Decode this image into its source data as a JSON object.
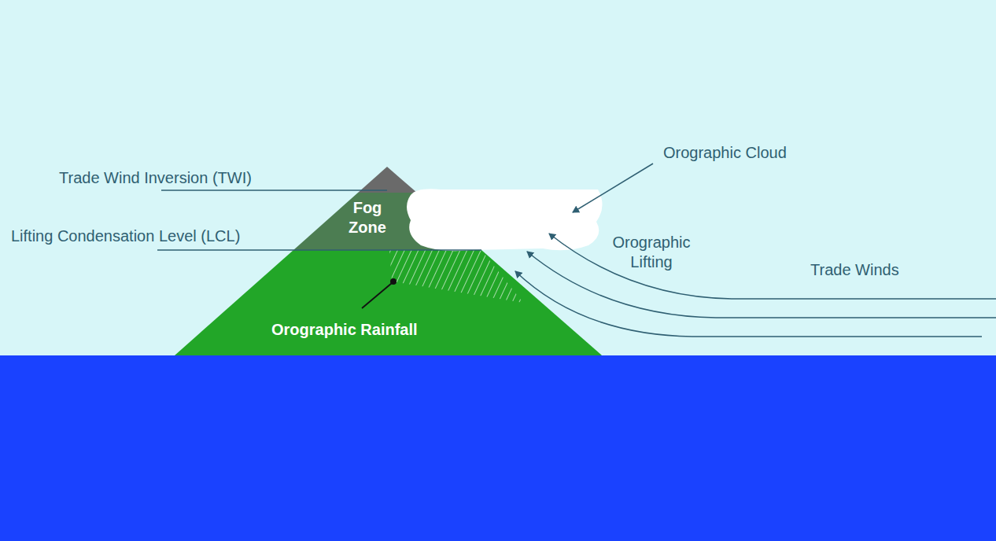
{
  "diagram": {
    "labels": [
      "Trade Wind Inversion (TWI)",
      "Orographic Cloud",
      "Fog Zone",
      "Lifting Condensation Level (LCL)",
      "Orographic Lifting",
      "Trade Winds",
      "Orographic Rainfall"
    ]
  }
}
